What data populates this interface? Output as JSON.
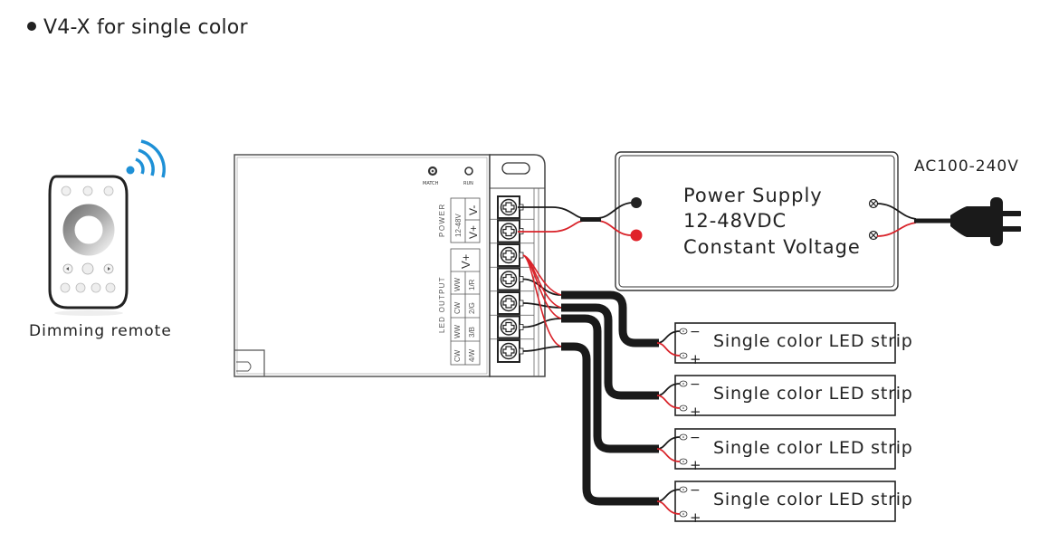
{
  "title": "V4-X for single color",
  "remote": {
    "label": "Dimming remote",
    "signal_color": "#1e90d6"
  },
  "controller": {
    "indicators": [
      "MATCH",
      "RUN"
    ],
    "power_block": {
      "group_label": "POWER",
      "voltage": "12-48V",
      "terminals": [
        "V-",
        "V+"
      ]
    },
    "output_block": {
      "group_label": "LED OUTPUT",
      "common": "V+",
      "channels": [
        {
          "mode_a": "WW",
          "mode_b": "1/R"
        },
        {
          "mode_a": "CW",
          "mode_b": "2/G"
        },
        {
          "mode_a": "WW",
          "mode_b": "3/B"
        },
        {
          "mode_a": "CW",
          "mode_b": "4/W"
        }
      ]
    },
    "terminal_count": 7
  },
  "power_supply": {
    "lines": [
      "Power Supply",
      "12-48VDC",
      "Constant Voltage"
    ]
  },
  "mains": {
    "label": "AC100-240V"
  },
  "strips": [
    {
      "label": "Single color LED strip",
      "minus": "−",
      "plus": "+"
    },
    {
      "label": "Single color LED strip",
      "minus": "−",
      "plus": "+"
    },
    {
      "label": "Single color LED strip",
      "minus": "−",
      "plus": "+"
    },
    {
      "label": "Single color LED strip",
      "minus": "−",
      "plus": "+"
    }
  ],
  "colors": {
    "wire_positive": "#d9232a",
    "wire_negative": "#1a1a1a",
    "outline": "#333333"
  }
}
